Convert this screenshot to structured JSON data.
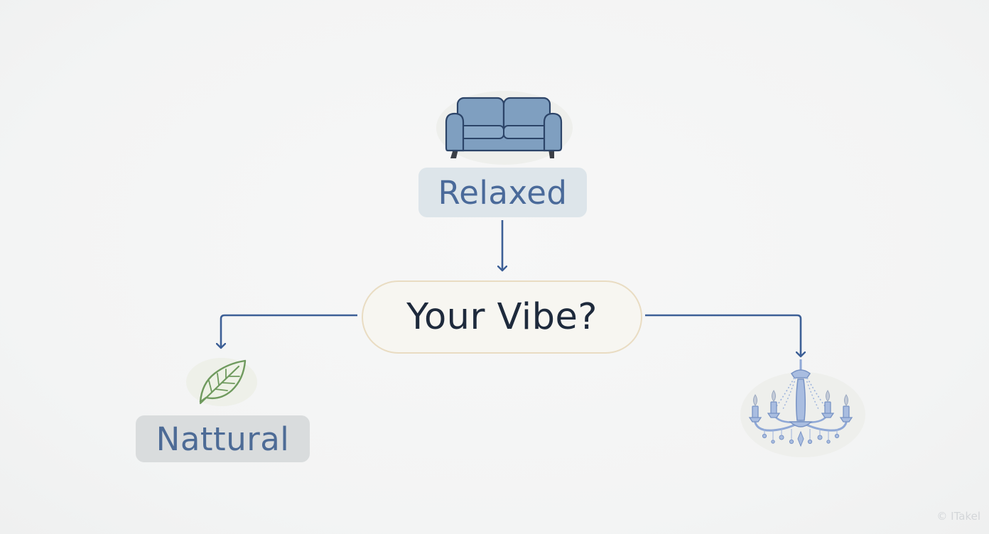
{
  "diagram": {
    "center": {
      "label": "Your Vibe?"
    },
    "options": [
      {
        "id": "relaxed",
        "label": "Relaxed",
        "icon": "sofa-icon"
      },
      {
        "id": "natural",
        "label": "Nattural",
        "icon": "leaf-icon"
      },
      {
        "id": "glam",
        "label": "",
        "icon": "chandelier-icon"
      }
    ]
  },
  "watermark": "© ITakel",
  "colors": {
    "connector": "#3c5f96",
    "label_text": "#4a6a9a",
    "center_text": "#1e2a3c",
    "center_border": "#e9dcc2",
    "sofa": "#7f9fc0",
    "leaf": "#6f9a5e",
    "chandelier": "#8fa8d6"
  }
}
